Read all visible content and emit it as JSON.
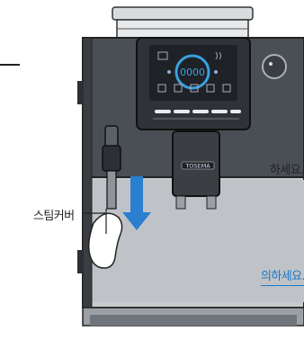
{
  "instructions": {
    "line1_fragment": "하세요.",
    "steam_cover_label": "스팀커버",
    "line2_fragment": "의하세요."
  },
  "display": {
    "digits": "0000"
  },
  "badge": {
    "text": "TOSEMA"
  },
  "colors": {
    "machine_body": "#4a4f55",
    "panel": "#2f3338",
    "lcd": "#1e2226",
    "accent_ring": "#3aa0e0",
    "arrow": "#2b7fd0",
    "drip_area": "#bfc3c7",
    "instruction_blue": "#1a78c8"
  },
  "icons": [
    "cup-icon",
    "steam-icon",
    "coffee-icon",
    "hot-water-icon",
    "settings-icon",
    "power-icon",
    "down-arrow-icon",
    "hand-icon"
  ]
}
